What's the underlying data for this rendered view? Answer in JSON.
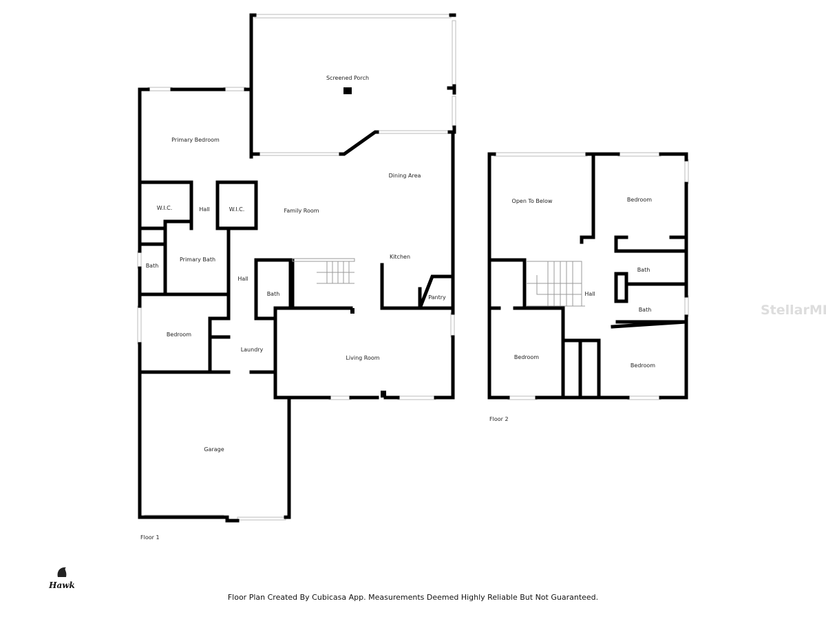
{
  "floor1": {
    "label": "Floor 1",
    "rooms": {
      "screened_porch": "Screened Porch",
      "primary_bedroom": "Primary Bedroom",
      "dining_area": "Dining Area",
      "family_room": "Family Room",
      "wic1": "W.I.C.",
      "hall1": "Hall",
      "wic2": "W.I.C.",
      "bath1": "Bath",
      "primary_bath": "Primary Bath",
      "kitchen": "Kitchen",
      "hall2": "Hall",
      "bath2": "Bath",
      "pantry": "Pantry",
      "bedroom": "Bedroom",
      "laundry": "Laundry",
      "living_room": "Living Room",
      "garage": "Garage"
    }
  },
  "floor2": {
    "label": "Floor 2",
    "rooms": {
      "open_to_below": "Open To Below",
      "bedroom1": "Bedroom",
      "bath1": "Bath",
      "hall": "Hall",
      "bath2": "Bath",
      "bedroom2": "Bedroom",
      "bedroom3": "Bedroom"
    }
  },
  "footer": "Floor Plan Created By Cubicasa App. Measurements Deemed Highly Reliable But Not Guaranteed.",
  "watermark": "StellarMLS",
  "logo": "Hawk"
}
